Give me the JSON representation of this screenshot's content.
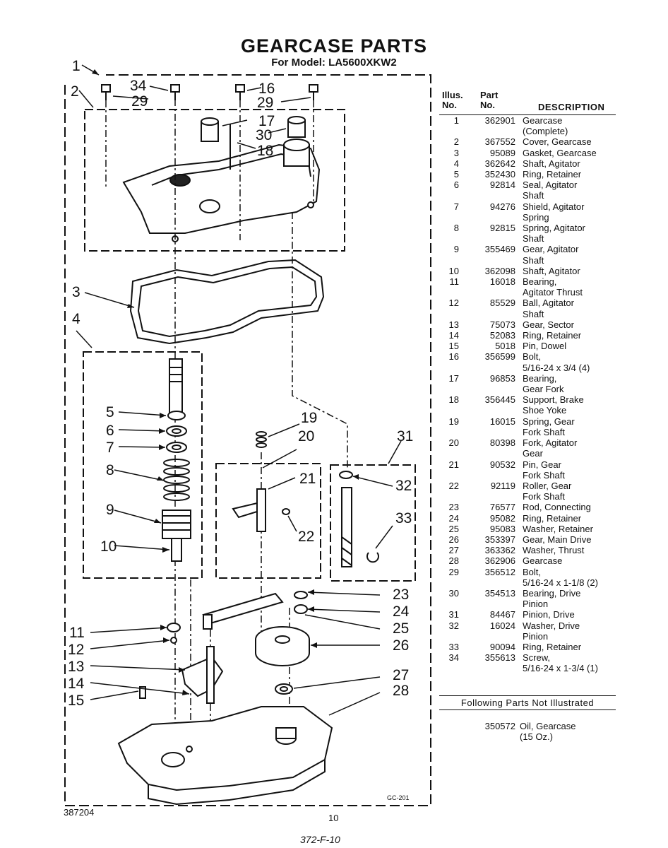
{
  "header": {
    "title": "GEARCASE PARTS",
    "subtitle_prefix": "For Model:",
    "model": "LA5600XKW2"
  },
  "parts_table": {
    "columns": {
      "illus": "Illus.\nNo.",
      "part": "Part\nNo.",
      "description": "DESCRIPTION"
    },
    "rows": [
      {
        "illus": "1",
        "part": "362901",
        "desc": [
          "Gearcase",
          "(Complete)"
        ]
      },
      {
        "illus": "2",
        "part": "367552",
        "desc": [
          "Cover, Gearcase"
        ]
      },
      {
        "illus": "3",
        "part": "95089",
        "desc": [
          "Gasket, Gearcase"
        ]
      },
      {
        "illus": "4",
        "part": "362642",
        "desc": [
          "Shaft, Agitator"
        ]
      },
      {
        "illus": "5",
        "part": "352430",
        "desc": [
          "Ring, Retainer"
        ]
      },
      {
        "illus": "6",
        "part": "92814",
        "desc": [
          "Seal, Agitator",
          "Shaft"
        ]
      },
      {
        "illus": "7",
        "part": "94276",
        "desc": [
          "Shield, Agitator",
          "Spring"
        ]
      },
      {
        "illus": "8",
        "part": "92815",
        "desc": [
          "Spring, Agitator",
          "Shaft"
        ]
      },
      {
        "illus": "9",
        "part": "355469",
        "desc": [
          "Gear, Agitator",
          "Shaft"
        ]
      },
      {
        "illus": "10",
        "part": "362098",
        "desc": [
          "Shaft, Agitator"
        ]
      },
      {
        "illus": "11",
        "part": "16018",
        "desc": [
          "Bearing,",
          "Agitator Thrust"
        ]
      },
      {
        "illus": "12",
        "part": "85529",
        "desc": [
          "Ball, Agitator",
          "Shaft"
        ]
      },
      {
        "illus": "13",
        "part": "75073",
        "desc": [
          "Gear, Sector"
        ]
      },
      {
        "illus": "14",
        "part": "52083",
        "desc": [
          "Ring, Retainer"
        ]
      },
      {
        "illus": "15",
        "part": "5018",
        "desc": [
          "Pin, Dowel"
        ]
      },
      {
        "illus": "16",
        "part": "356599",
        "desc": [
          "Bolt,",
          "5/16-24 x 3/4 (4)"
        ]
      },
      {
        "illus": "17",
        "part": "96853",
        "desc": [
          "Bearing,",
          "Gear Fork"
        ]
      },
      {
        "illus": "18",
        "part": "356445",
        "desc": [
          "Support, Brake",
          "Shoe Yoke"
        ]
      },
      {
        "illus": "19",
        "part": "16015",
        "desc": [
          "Spring, Gear",
          "Fork Shaft"
        ]
      },
      {
        "illus": "20",
        "part": "80398",
        "desc": [
          "Fork, Agitator",
          "Gear"
        ]
      },
      {
        "illus": "21",
        "part": "90532",
        "desc": [
          "Pin, Gear",
          "Fork Shaft"
        ]
      },
      {
        "illus": "22",
        "part": "92119",
        "desc": [
          "Roller, Gear",
          "Fork Shaft"
        ]
      },
      {
        "illus": "23",
        "part": "76577",
        "desc": [
          "Rod, Connecting"
        ]
      },
      {
        "illus": "24",
        "part": "95082",
        "desc": [
          "Ring, Retainer"
        ]
      },
      {
        "illus": "25",
        "part": "95083",
        "desc": [
          "Washer, Retainer"
        ]
      },
      {
        "illus": "26",
        "part": "353397",
        "desc": [
          "Gear, Main Drive"
        ]
      },
      {
        "illus": "27",
        "part": "363362",
        "desc": [
          "Washer, Thrust"
        ]
      },
      {
        "illus": "28",
        "part": "362906",
        "desc": [
          "Gearcase"
        ]
      },
      {
        "illus": "29",
        "part": "356512",
        "desc": [
          "Bolt,",
          "5/16-24 x 1-1/8 (2)"
        ]
      },
      {
        "illus": "30",
        "part": "354513",
        "desc": [
          "Bearing, Drive",
          "Pinion"
        ]
      },
      {
        "illus": "31",
        "part": "84467",
        "desc": [
          "Pinion, Drive"
        ]
      },
      {
        "illus": "32",
        "part": "16024",
        "desc": [
          "Washer, Drive",
          "Pinion"
        ]
      },
      {
        "illus": "33",
        "part": "90094",
        "desc": [
          "Ring, Retainer"
        ]
      },
      {
        "illus": "34",
        "part": "355613",
        "desc": [
          "Screw,",
          "5/16-24 x 1-3/4 (1)"
        ]
      }
    ],
    "not_illustrated_heading": "Following Parts Not Illustrated",
    "not_illustrated": [
      {
        "part": "350572",
        "desc": [
          "Oil, Gearcase",
          "(15 Oz.)"
        ]
      }
    ]
  },
  "diagram": {
    "callouts": [
      "1",
      "2",
      "34",
      "29",
      "16",
      "29",
      "17",
      "30",
      "18",
      "3",
      "4",
      "5",
      "6",
      "7",
      "8",
      "9",
      "10",
      "19",
      "20",
      "21",
      "22",
      "31",
      "32",
      "33",
      "23",
      "24",
      "25",
      "26",
      "27",
      "28",
      "11",
      "12",
      "13",
      "14",
      "15"
    ],
    "figure_code": "GC-201"
  },
  "footer": {
    "doc_number": "387204",
    "page_number": "10",
    "handwritten_note": "372-F-10"
  }
}
